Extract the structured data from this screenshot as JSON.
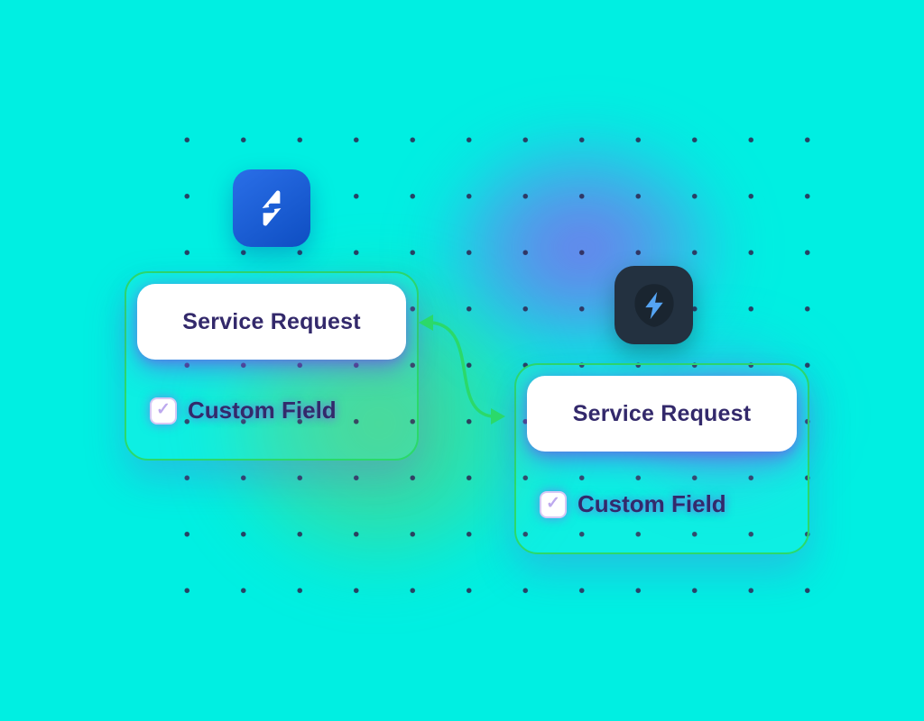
{
  "colors": {
    "background": "#00efe2",
    "accent_green": "#2bd96a",
    "text_dark": "#33296b",
    "glow_purple": "#8c5af0",
    "jsm_blue": "#1658d0",
    "bolt_blue": "#55a4f3",
    "dark_tile": "#233140"
  },
  "ui": {
    "check_glyph": "✓"
  },
  "left_card": {
    "title": "Service Request",
    "field_label": "Custom Field",
    "checkbox_checked": true
  },
  "right_card": {
    "title": "Service Request",
    "field_label": "Custom Field",
    "checkbox_checked": true
  },
  "icons": {
    "left_app": "jira-service-management",
    "right_app": "lightning-bolt"
  }
}
